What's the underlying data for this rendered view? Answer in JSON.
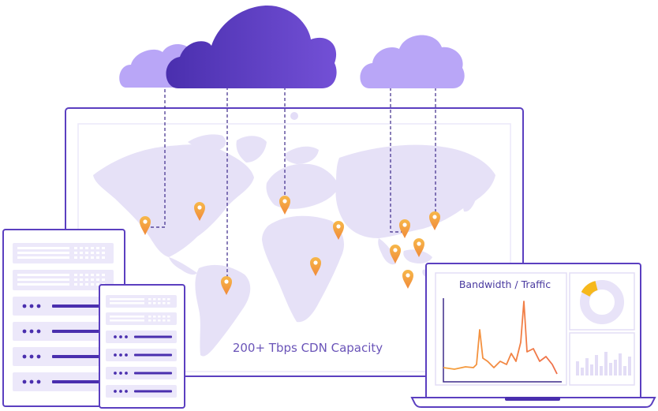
{
  "scene": {
    "caption": "200+ Tbps CDN Capacity",
    "laptop_chart_title": "Bandwidth / Traffic",
    "colors": {
      "brand_purple": "#5b3fc0",
      "light_purple": "#b9a6f7",
      "map_fill": "#e6e1f7",
      "pin_orange": "#f6a23a",
      "line_orange": "#f19043",
      "donut_track": "#e8e3f8",
      "donut_accent": "#f6b81c"
    },
    "icons": [
      "cloud-icon",
      "map-pin-icon",
      "server-rack-icon",
      "laptop-icon",
      "monitor-icon",
      "world-map"
    ]
  }
}
